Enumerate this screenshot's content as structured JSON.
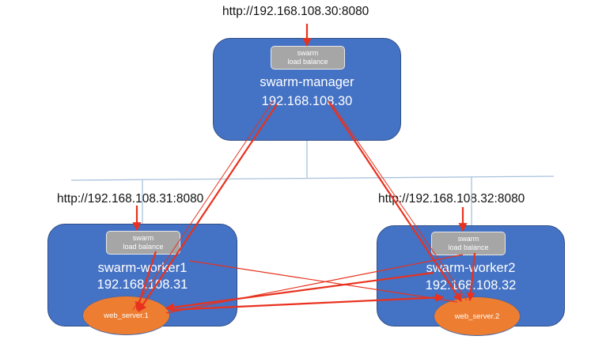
{
  "manager": {
    "url": "http://192.168.108.30:8080",
    "lb_line1": "swarm",
    "lb_line2": "load balance",
    "name": "swarm-manager",
    "ip": "192.168.108.30"
  },
  "worker1": {
    "url": "http://192.168.108.31:8080",
    "lb_line1": "swarm",
    "lb_line2": "load balance",
    "name": "swarm-worker1",
    "ip": "192.168.108.31",
    "service": "web_server.1"
  },
  "worker2": {
    "url": "http://192.168.108.32:8080",
    "lb_line1": "swarm",
    "lb_line2": "load balance",
    "name": "swarm-worker2",
    "ip": "192.168.108.32",
    "service": "web_server.2"
  },
  "colors": {
    "node_fill": "#4472c4",
    "load_balance_fill": "#a6a6a6",
    "service_fill": "#ed7d31",
    "route_line": "#e8321e",
    "network_line": "#a9c2dc"
  }
}
